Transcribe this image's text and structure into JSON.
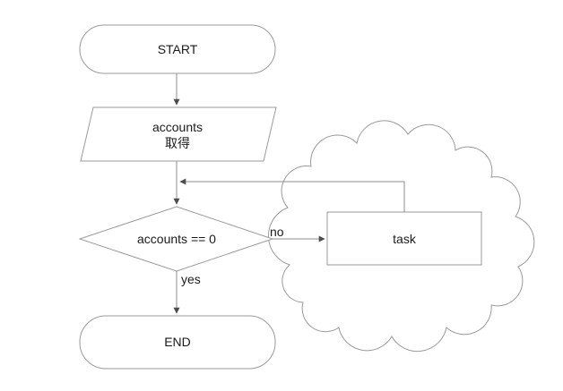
{
  "diagram": {
    "type": "flowchart",
    "nodes": {
      "start": {
        "label": "START",
        "shape": "terminator"
      },
      "get_accounts": {
        "label_line1": "accounts",
        "label_line2": "取得",
        "shape": "input-output-parallelogram"
      },
      "decision": {
        "label": "accounts == 0",
        "shape": "decision-diamond"
      },
      "task": {
        "label": "task",
        "shape": "process-rectangle",
        "container": "cloud"
      },
      "end": {
        "label": "END",
        "shape": "terminator"
      }
    },
    "edges": {
      "start_to_get_accounts": {
        "from": "start",
        "to": "get_accounts",
        "label": ""
      },
      "get_accounts_to_decision": {
        "from": "get_accounts",
        "to": "decision",
        "label": ""
      },
      "decision_to_end": {
        "from": "decision",
        "to": "end",
        "label": "yes"
      },
      "decision_to_task": {
        "from": "decision",
        "to": "task",
        "label": "no"
      },
      "task_loop_back": {
        "from": "task",
        "to": "get_accounts_to_decision",
        "label": ""
      }
    },
    "colors": {
      "background": "#ffffff",
      "shape_stroke": "#9a9a9a",
      "edge_stroke": "#8c8c8c",
      "arrowhead": "#4d4d4d",
      "text": "#1a1a1a"
    }
  }
}
